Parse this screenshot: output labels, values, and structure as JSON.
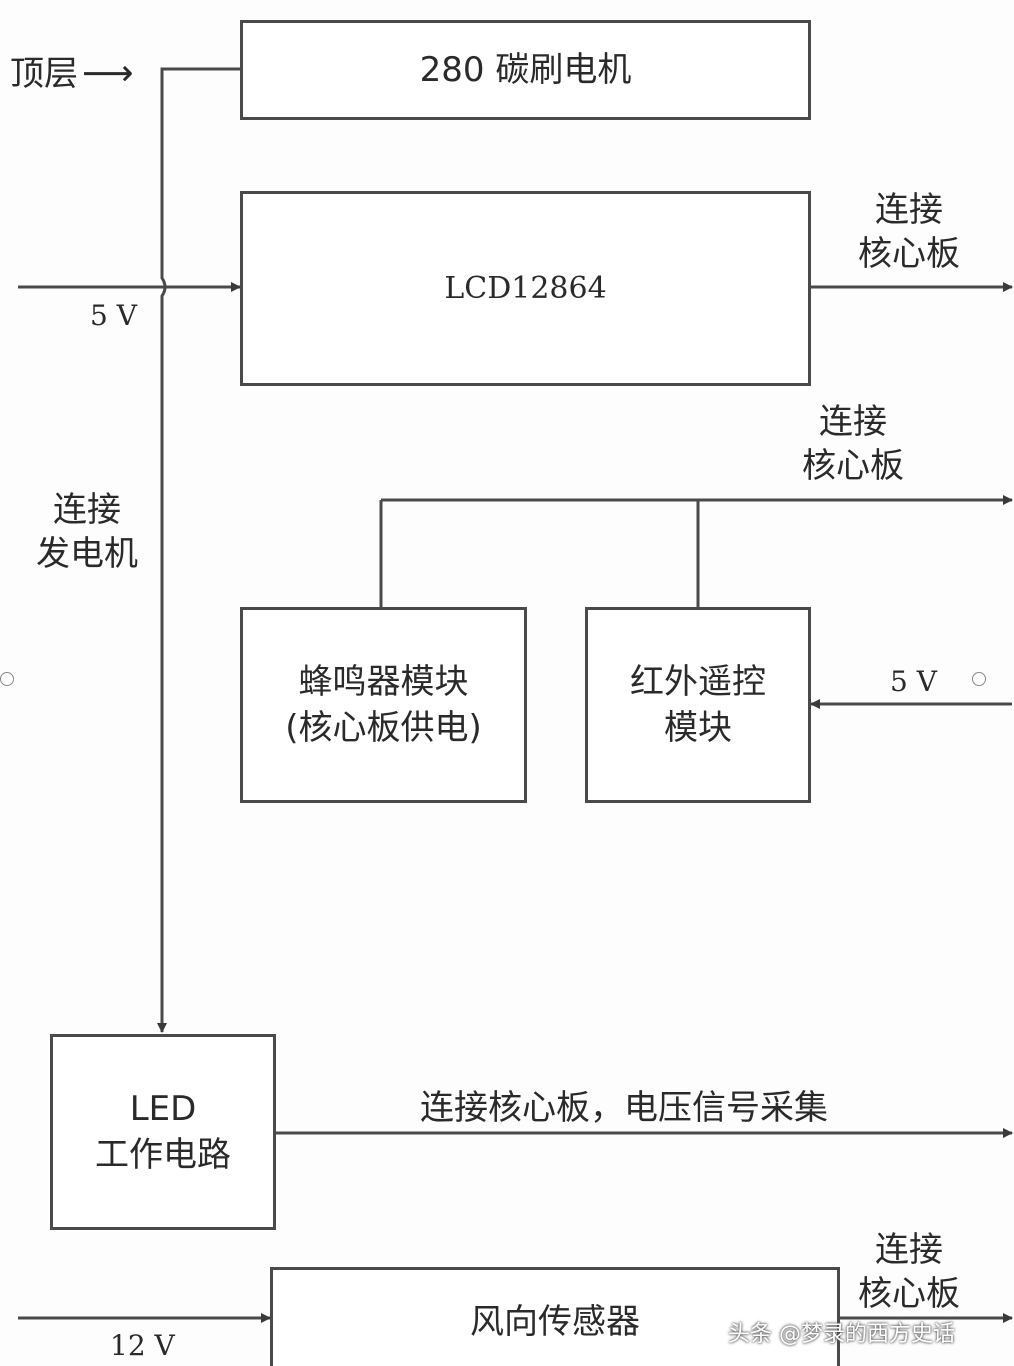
{
  "top_layer_label": "顶层",
  "top_layer_arrow": "⟶",
  "blocks": {
    "motor": "280 碳刷电机",
    "lcd": "LCD12864",
    "buzzer": "蜂鸣器模块\n(核心板供电)",
    "ir": "红外遥控\n模块",
    "led": "LED\n工作电路",
    "wind": "风向传感器"
  },
  "labels": {
    "v5_left": "5 V",
    "connect_generator": "连接\n发电机",
    "lcd_connect_core": "连接\n核心板",
    "bus_connect_core": "连接\n核心板",
    "v5_right": "5 V",
    "led_connect": "连接核心板，电压信号采集",
    "wind_connect_core": "连接\n核心板",
    "v12": "12 V"
  },
  "watermark": "头条 @梦录的西方史话"
}
